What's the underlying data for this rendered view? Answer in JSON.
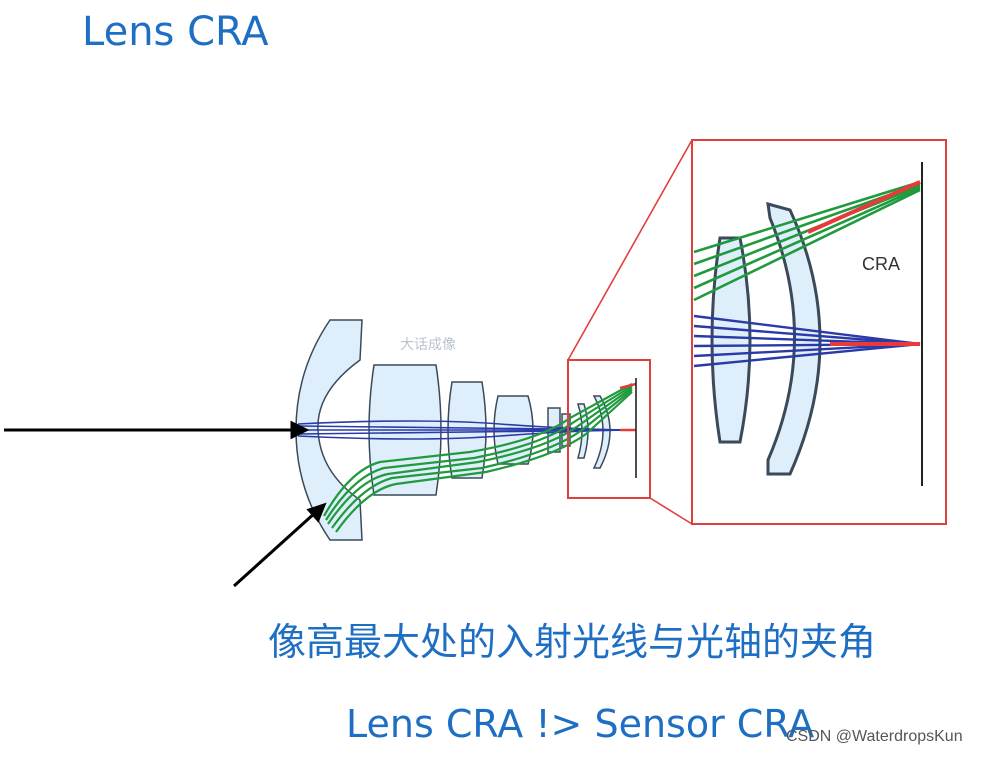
{
  "title": "Lens CRA",
  "diagram": {
    "inner_watermark": "大话成像",
    "cra_label": "CRA"
  },
  "caption": "像高最大处的入射光线与光轴的夹角",
  "subcaption": "Lens CRA !> Sensor CRA",
  "watermark": "CSDN @WaterdropsKun",
  "colors": {
    "title_blue": "#1e6fc4",
    "lens_fill": "#dfeefb",
    "lens_stroke": "#3a4a5a",
    "axis_ray": "#2a3aa8",
    "chief_ray": "#1f9a3c",
    "cra_highlight": "#e83a3a",
    "zoom_box": "#e0403d",
    "arrow": "#000000"
  }
}
